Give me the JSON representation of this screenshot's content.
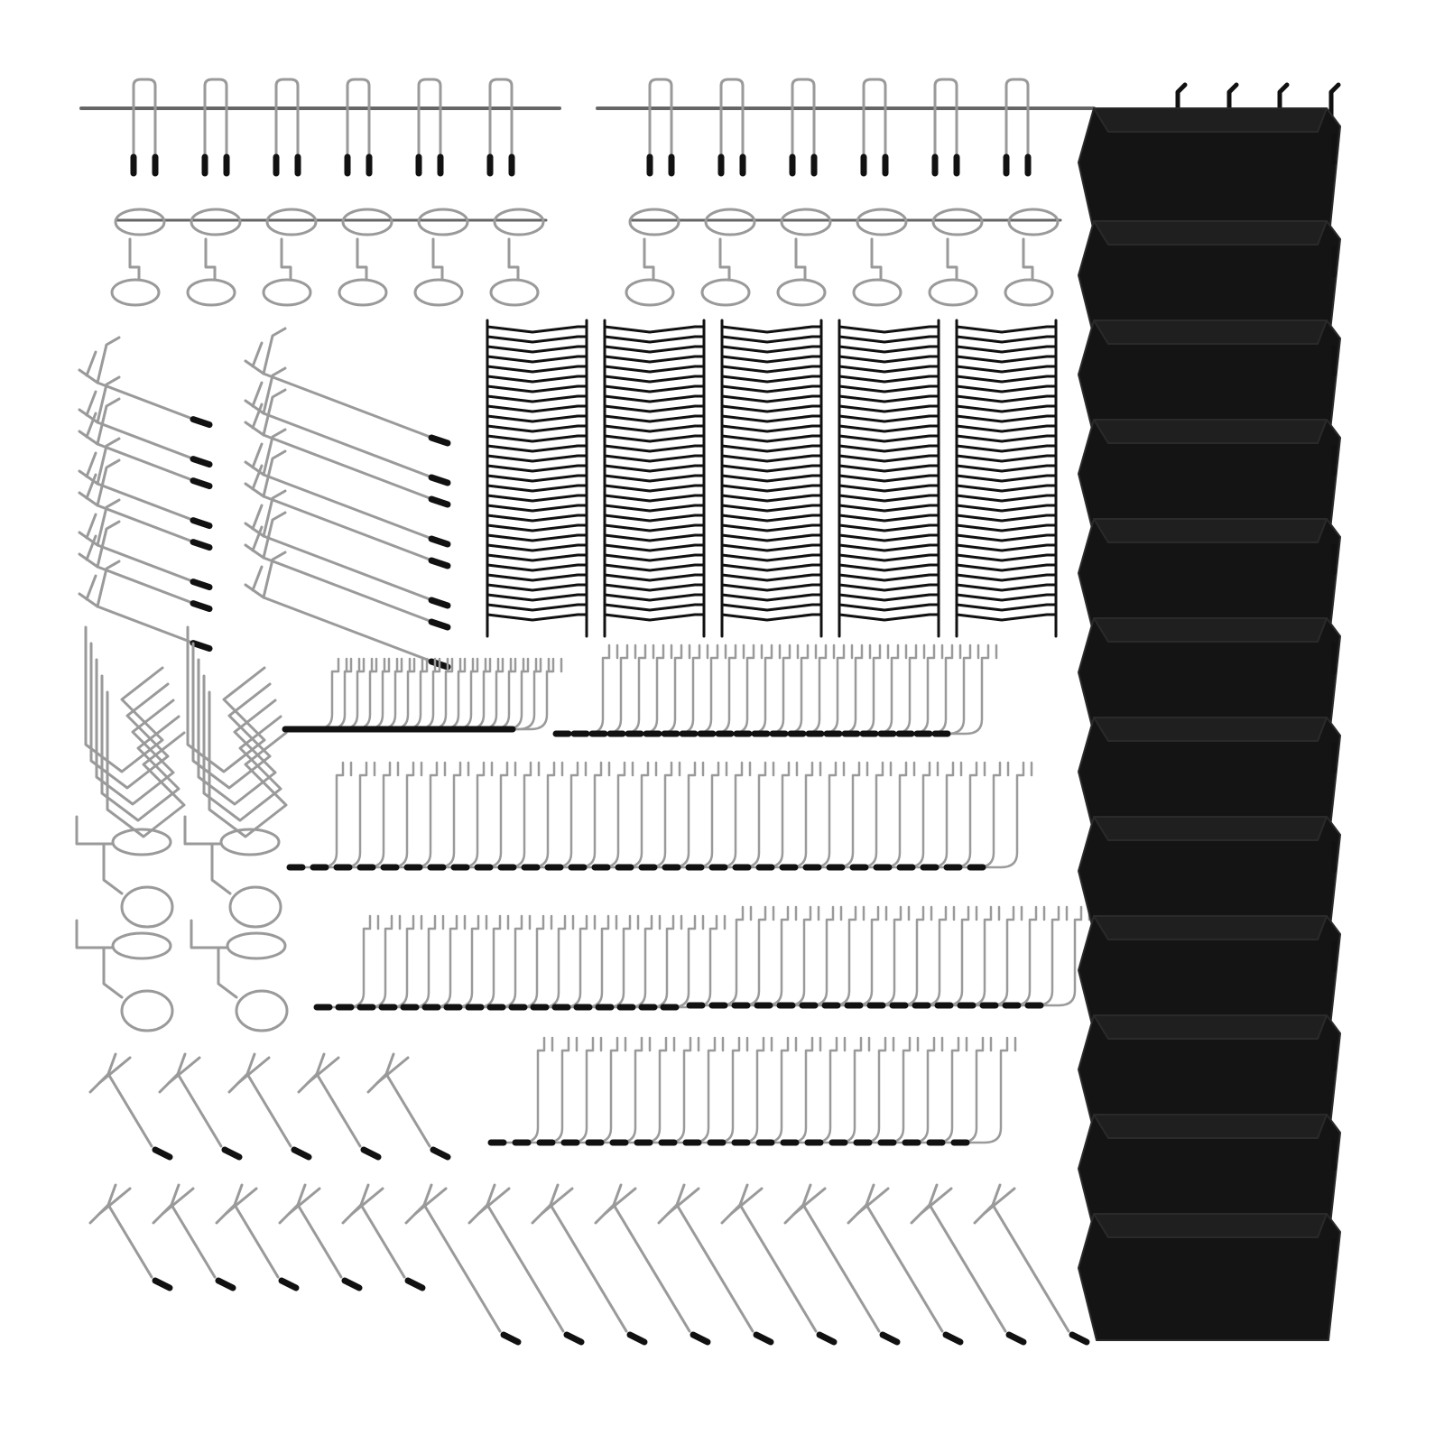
{
  "image": {
    "subject": "pegboard-accessory-kit",
    "background": "#ffffff"
  },
  "colors": {
    "metal": "#9a9a9a",
    "metal_dark": "#666666",
    "tip": "#111111",
    "bin": "#141414",
    "bin_edge": "#2a2a2a"
  },
  "groups": {
    "multi_hook_bars": 2,
    "hooks_per_bar": 6,
    "ring_bars": 2,
    "rings_per_bar": 6,
    "single_rings": 12,
    "long_straight_hooks": 16,
    "plastic_locks_stacks": 5,
    "double_prong_hooks": 10,
    "ring_hooks": 4,
    "j_hooks_small": 36,
    "l_hooks_large": 30,
    "j_hooks_row3": 28,
    "j_hooks_row4": 18,
    "short_straight_hooks": 20,
    "storage_bins": 12
  }
}
